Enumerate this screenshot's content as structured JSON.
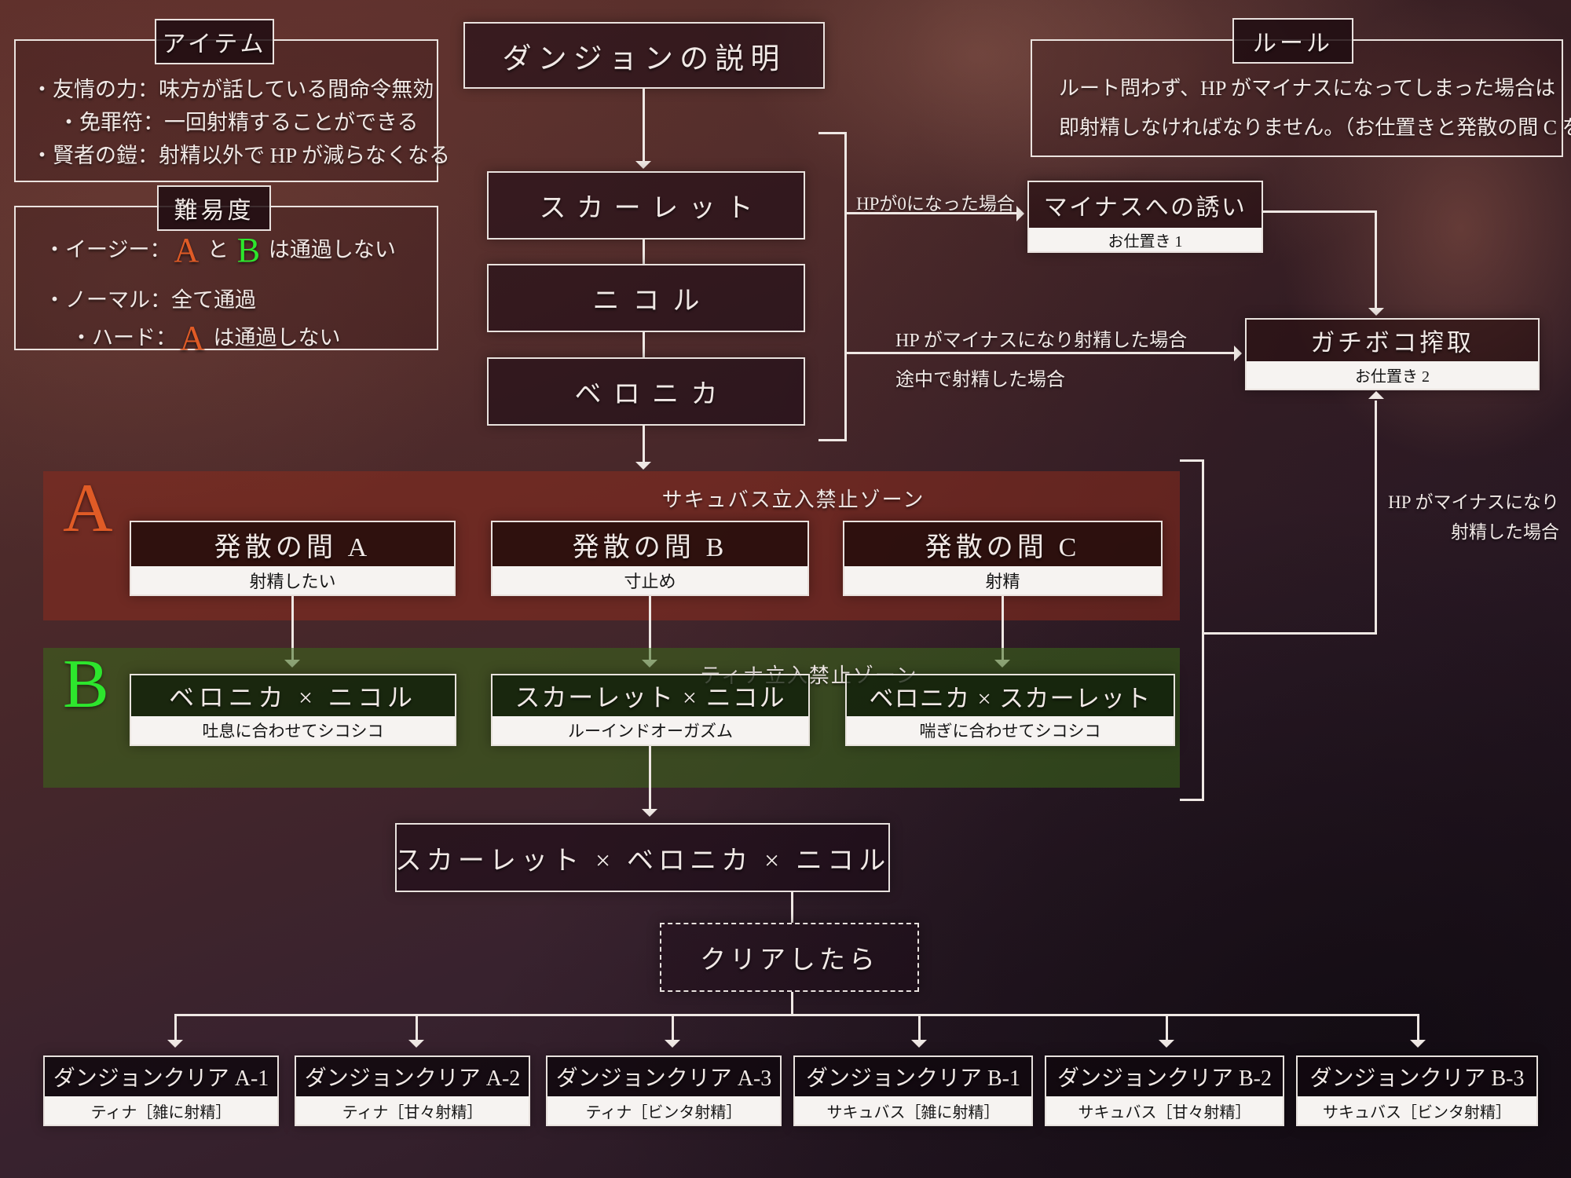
{
  "colors": {
    "accent_orange": "#e05b26",
    "accent_green": "#2de62d",
    "line": "#efe8e4",
    "zone_a_fill": "#8d2c1e",
    "zone_b_fill": "#3a6919"
  },
  "item_panel": {
    "title": "アイテム",
    "lines": [
      "・友情の力：味方が話している間命令無効",
      "・免罪符：一回射精することができる",
      "・賢者の鎧：射精以外で HP が減らなくなる"
    ]
  },
  "difficulty_panel": {
    "title": "難易度",
    "easy": {
      "prefix": "・イージー：",
      "a": "A",
      "mid": " と ",
      "b": "B",
      "suffix": " は通過しない"
    },
    "normal": "・ノーマル：全て通過",
    "hard": {
      "prefix": "・ハード：",
      "a": "A",
      "suffix": " は通過しない"
    }
  },
  "rules_panel": {
    "title": "ルール",
    "lines": [
      "ルート問わず、HP がマイナスになってしまった場合は",
      "即射精しなければなりません。（お仕置きと発散の間 C を除く）"
    ]
  },
  "flow": {
    "description": "ダンジョンの説明",
    "route": [
      "スカーレット",
      "ニコル",
      "ベロニカ"
    ],
    "finale": "スカーレット × ベロニカ × ニコル",
    "clear": "クリアしたら"
  },
  "labels": {
    "hp_zero": "HPが0になった場合",
    "hp_minus_ejac": "HP がマイナスになり射精した場合",
    "midway_ejac": "途中で射精した場合",
    "hp_minus_line1": "HP がマイナスになり",
    "hp_minus_line2": "射精した場合"
  },
  "punishments": {
    "p1": {
      "title": "マイナスへの誘い",
      "subtitle": "お仕置き 1"
    },
    "p2": {
      "title": "ガチボコ搾取",
      "subtitle": "お仕置き 2"
    }
  },
  "zone_a": {
    "letter": "A",
    "title": "サキュバス立入禁止ゾーン",
    "rooms": [
      {
        "title": "発散の間 A",
        "subtitle": "射精したい"
      },
      {
        "title": "発散の間 B",
        "subtitle": "寸止め"
      },
      {
        "title": "発散の間 C",
        "subtitle": "射精"
      }
    ]
  },
  "zone_b": {
    "letter": "B",
    "title": "ティナ立入禁止ゾーン",
    "rooms": [
      {
        "title": "ベロニカ × ニコル",
        "subtitle": "吐息に合わせてシコシコ"
      },
      {
        "title": "スカーレット × ニコル",
        "subtitle": "ルーインドオーガズム"
      },
      {
        "title": "ベロニカ × スカーレット",
        "subtitle": "喘ぎに合わせてシコシコ"
      }
    ]
  },
  "endings": [
    {
      "title": "ダンジョンクリア A-1",
      "subtitle": "ティナ［雑に射精］"
    },
    {
      "title": "ダンジョンクリア A-2",
      "subtitle": "ティナ［甘々射精］"
    },
    {
      "title": "ダンジョンクリア A-3",
      "subtitle": "ティナ［ビンタ射精］"
    },
    {
      "title": "ダンジョンクリア B-1",
      "subtitle": "サキュバス［雑に射精］"
    },
    {
      "title": "ダンジョンクリア B-2",
      "subtitle": "サキュバス［甘々射精］"
    },
    {
      "title": "ダンジョンクリア B-3",
      "subtitle": "サキュバス［ビンタ射精］"
    }
  ]
}
